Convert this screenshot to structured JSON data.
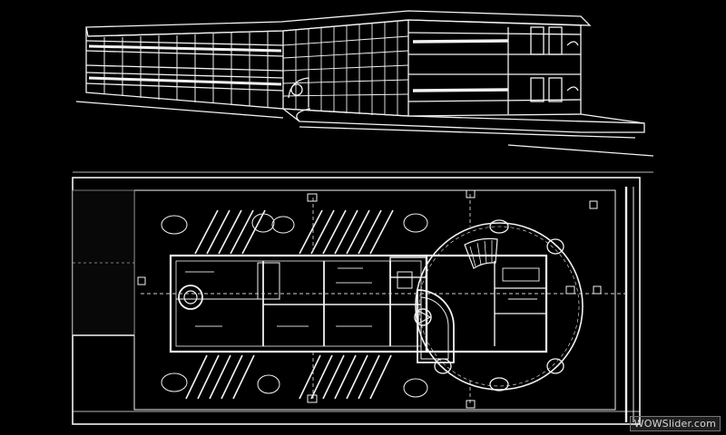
{
  "watermark": "WOWSlider.com",
  "colors": {
    "background": "#000000",
    "line": "#f2f2f2",
    "dim": "#bdbdbd"
  },
  "views": [
    "perspective-elevation",
    "floor-plan"
  ]
}
